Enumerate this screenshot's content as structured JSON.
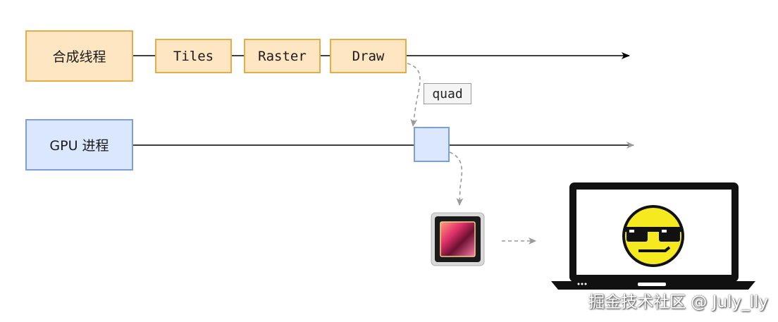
{
  "compositor": {
    "label": "合成线程",
    "steps": [
      "Tiles",
      "Raster",
      "Draw"
    ]
  },
  "gpu": {
    "label": "GPU 进程"
  },
  "edge_label": "quad",
  "watermark": "掘金技术社区 @ July_lly",
  "icons": [
    "gpu-chip-icon",
    "laptop-icon",
    "cool-face-icon"
  ],
  "colors": {
    "orange_fill": "#ffe6c2",
    "orange_stroke": "#e3ad4c",
    "blue_fill": "#dbe7fc",
    "blue_stroke": "#7e9fd6",
    "connector": "#999999"
  }
}
